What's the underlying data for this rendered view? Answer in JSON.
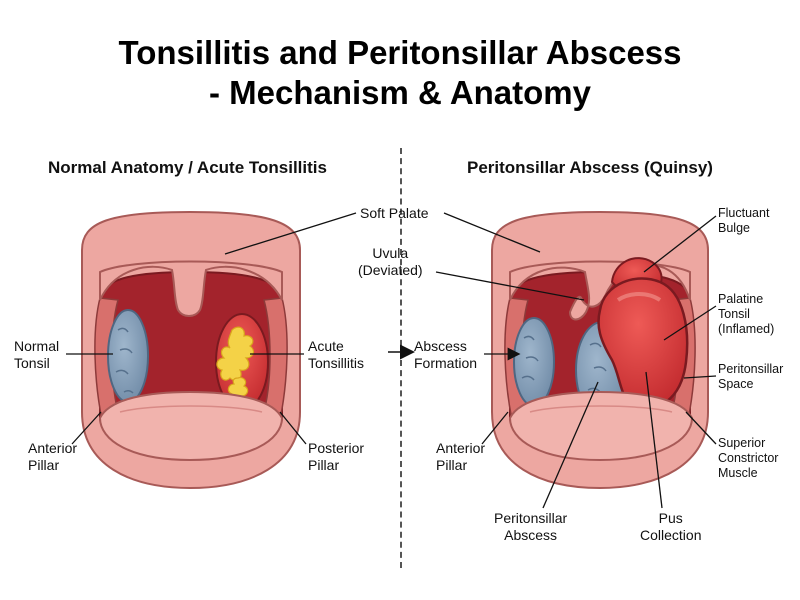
{
  "title": {
    "line1": "Tonsillitis and Peritonsillar Abscess",
    "line2": "- Mechanism & Anatomy"
  },
  "panels": {
    "left": {
      "title": "Normal Anatomy / Acute Tonsillitis",
      "labels": {
        "normal_tonsil": [
          "Normal",
          "Tonsil"
        ],
        "acute_tonsillitis": [
          "Acute",
          "Tonsillitis"
        ],
        "anterior_pillar": [
          "Anterior",
          "Pillar"
        ],
        "posterior_pillar": [
          "Posterior",
          "Pillar"
        ]
      }
    },
    "right": {
      "title": "Peritonsillar Abscess (Quinsy)",
      "labels": {
        "uvula": [
          "Uvula",
          "(Deviated)"
        ],
        "abscess_formation": [
          "Abscess",
          "Formation"
        ],
        "anterior_pillar": [
          "Anterior",
          "Pillar"
        ],
        "peritonsillar_abscess": [
          "Peritonsillar",
          "Abscess"
        ],
        "pus_collection": [
          "Pus",
          "Collection"
        ],
        "fluctuant_bulge": [
          "Fluctuant",
          "Bulge"
        ],
        "palatine_tonsil": [
          "Palatine",
          "Tonsil",
          "(Inflamed)"
        ],
        "peritonsillar_space": [
          "Peritonsillar",
          "Space"
        ],
        "superior_constrictor": [
          "Superior",
          "Constrictor",
          "Muscle"
        ]
      }
    },
    "shared": {
      "soft_palate": "Soft Palate"
    }
  },
  "colors": {
    "mouth_outer": "#eda7a1",
    "mouth_inner": "#a3232c",
    "tonsil_blue": "#7f9bb6",
    "inflamed_red": "#d6383b",
    "pus_yellow": "#f4d247"
  }
}
